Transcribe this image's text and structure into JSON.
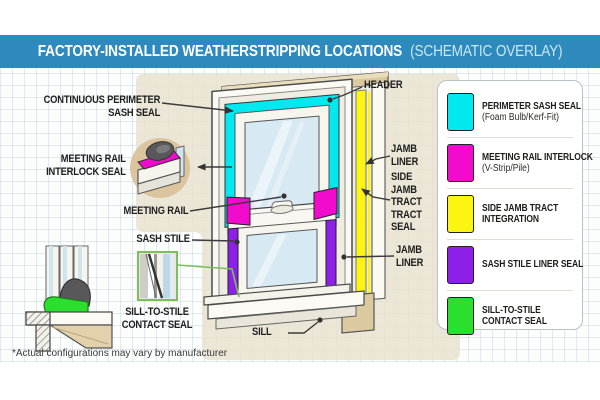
{
  "banner": {
    "title": "FACTORY-INSTALLED WEATHERSTRIPPING LOCATIONS",
    "subtitle": "(SCHEMATIC OVERLAY)",
    "bg": "#2e8abd"
  },
  "colors": {
    "perimeter_seal": "#00e9f0",
    "interlock_seal": "#f20acd",
    "tract_seal": "#fcf411",
    "stile_seal": "#8d1fe8",
    "sill_contact_seal": "#2adf2d"
  },
  "diagram_labels": {
    "continuous_perimeter_sash_seal": [
      "CONTINUOUS PERIMETER",
      "SASH SEAL"
    ],
    "meeting_rail_interlock_seal": [
      "MEETING RAIL",
      "INTERLOCK SEAL"
    ],
    "meeting_rail": "MEETING RAIL",
    "sash_stile": "SASH STILE",
    "sill_to_stile_contact_seal": [
      "SILL-TO-STILE",
      "CONTACT SEAL"
    ],
    "sill": "SILL",
    "header": "HEADER",
    "jamb_liner_top": [
      "JAMB",
      "LINER"
    ],
    "side_jamb_tract_seal": [
      "SIDE",
      "JAMB",
      "TRACT",
      "TRACT",
      "SEAL"
    ],
    "jamb_liner_bottom": [
      "JAMB",
      "LINER"
    ]
  },
  "legend": {
    "items": [
      {
        "label": "PERIMETER SASH SEAL",
        "sublabel": "(Foam Bulb/Kerf-Fit)",
        "color": "#00e9f0"
      },
      {
        "label": "MEETING RAIL INTERLOCK",
        "sublabel": "(V-Strip/Pile)",
        "color": "#f20acd"
      },
      {
        "label": "SIDE JAMB TRACT INTEGRATION",
        "sublabel": "",
        "color": "#fcf411"
      },
      {
        "label": "SASH STILE LINER SEAL",
        "sublabel": "",
        "color": "#8d1fe8"
      },
      {
        "label": "SILL-TO-STILE CONTACT SEAL",
        "sublabel": "",
        "color": "#2adf2d"
      }
    ]
  },
  "footnote": "*Actual configurations may vary by manufacturer"
}
